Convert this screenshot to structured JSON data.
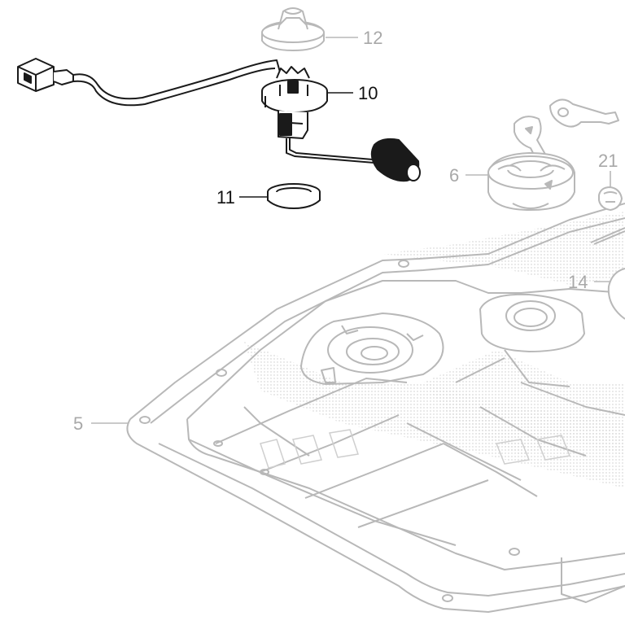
{
  "colors": {
    "background": "#ffffff",
    "highlighted_part": "#1a1a1a",
    "context_part": "#b8b8b8",
    "stipple": "#c9c9c9"
  },
  "callouts": {
    "cap_inner_12": "12",
    "fuel_unit_10": "10",
    "cap_lock_6": "6",
    "clip_21": "21",
    "packing_11": "11",
    "part_14": "14",
    "fuel_tank_5": "5"
  }
}
